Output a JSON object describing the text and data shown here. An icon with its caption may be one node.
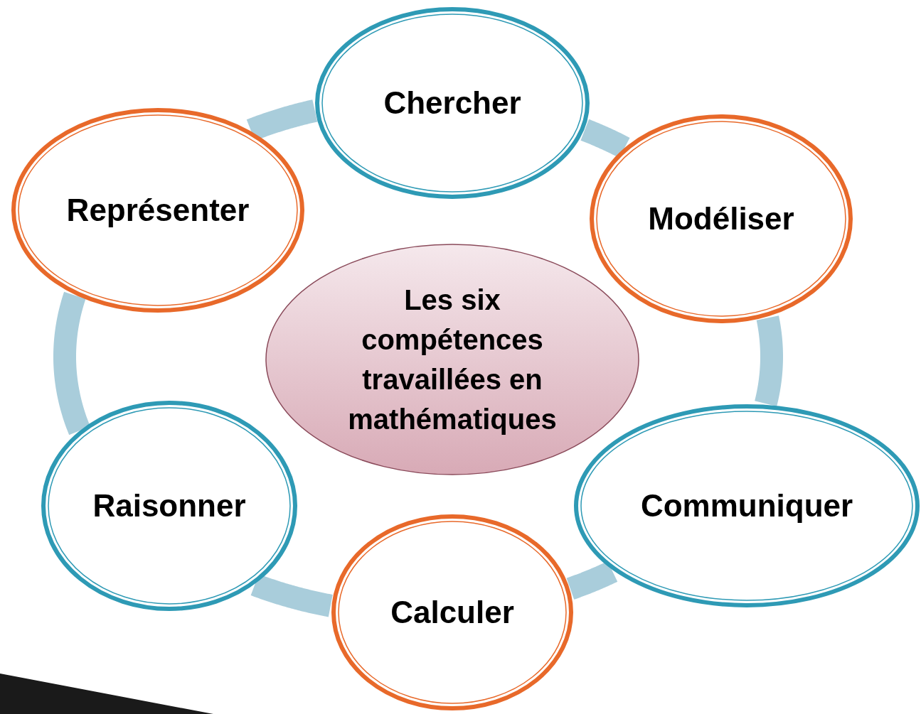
{
  "diagram": {
    "nodes": [
      {
        "text": [
          "Les six compétences travaillées en mathématiques"
        ]
      },
      {
        "text": [
          "Chercher"
        ]
      },
      {
        "text": [
          "Modéliser"
        ]
      },
      {
        "text": [
          "Communiquer"
        ]
      },
      {
        "text": [
          "Calculer"
        ]
      },
      {
        "text": [
          "Raisonner"
        ]
      },
      {
        "text": [
          "Représenter"
        ]
      }
    ],
    "edges": [
      {
        "from": 1,
        "to": 2,
        "arrow": "none"
      },
      {
        "from": 2,
        "to": 3,
        "arrow": "none"
      },
      {
        "from": 3,
        "to": 4,
        "arrow": "none"
      },
      {
        "from": 4,
        "to": 5,
        "arrow": "none"
      },
      {
        "from": 5,
        "to": 6,
        "arrow": "none"
      },
      {
        "from": 6,
        "to": 1,
        "arrow": "none"
      }
    ]
  }
}
